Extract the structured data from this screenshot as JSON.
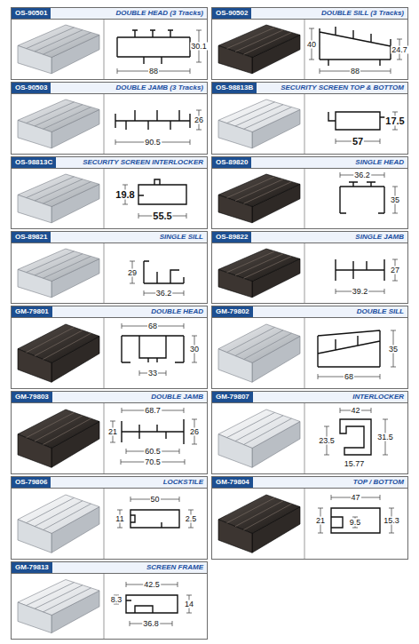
{
  "diagram": {
    "nodes": [
      {
        "text": [
          "OS-90501",
          "DOUBLE HEAD (3 Tracks)"
        ]
      },
      {
        "text": [
          "OS-90502",
          "DOUBLE SILL (3 Tracks)"
        ]
      },
      {
        "text": [
          "OS-90503",
          "DOUBLE JAMB (3 Tracks)"
        ]
      },
      {
        "text": [
          "OS-98813B",
          "SECURITY SCREEN TOP & BOTTOM"
        ]
      },
      {
        "text": [
          "OS-98813C",
          "SECURITY SCREEN INTERLOCKER"
        ]
      },
      {
        "text": [
          "OS-89820",
          "SINGLE HEAD"
        ]
      },
      {
        "text": [
          "OS-89821",
          "SINGLE SILL"
        ]
      },
      {
        "text": [
          "OS-89822",
          "SINGLE JAMB"
        ]
      },
      {
        "text": [
          "GM-79801",
          "DOUBLE HEAD"
        ]
      },
      {
        "text": [
          "GM-79802",
          "DOUBLE SILL"
        ]
      },
      {
        "text": [
          "GM-79803",
          "DOUBLE JAMB"
        ]
      },
      {
        "text": [
          "GM-79807",
          "INTERLOCKER"
        ]
      },
      {
        "text": [
          "OS-79806",
          "LOCKSTILE"
        ]
      },
      {
        "text": [
          "GM-79804",
          "TOP / BOTTOM"
        ]
      },
      {
        "text": [
          "GM-79813",
          "SCREEN FRAME"
        ]
      }
    ],
    "labels": [
      "30.1",
      "88",
      "40",
      "24.7",
      "88",
      "26",
      "90.5",
      "17.5",
      "57",
      "19.8",
      "55.5",
      "36.2",
      "35",
      "29",
      "36.2",
      "27",
      "39.2",
      "68",
      "30",
      "33",
      "35",
      "68",
      "68.7",
      "21",
      "26",
      "60.5",
      "70.5",
      "42",
      "23.5",
      "31.5",
      "15.77",
      "50",
      "11",
      "2.5",
      "47",
      "21",
      "9.5",
      "15.3",
      "42.5",
      "8.3",
      "14",
      "36.8"
    ]
  }
}
